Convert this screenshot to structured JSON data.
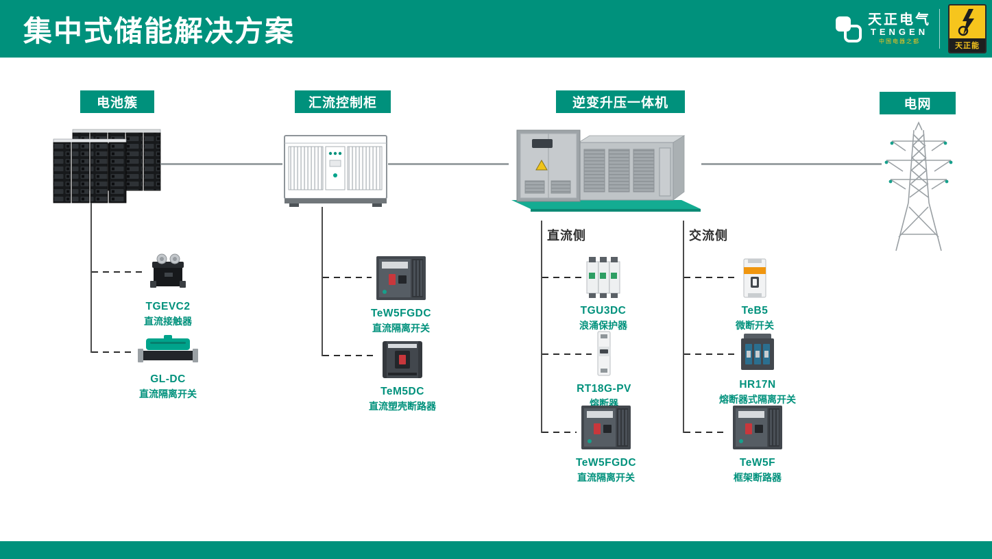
{
  "header": {
    "title": "集中式储能解决方案",
    "logo_cn": "天正电气",
    "logo_en": "TENGEN",
    "logo_tagline": "中国电器之都",
    "badge_text": "天正能"
  },
  "nodes": {
    "battery": "电池簇",
    "combiner": "汇流控制柜",
    "inverter": "逆变升压一体机",
    "grid": "电网"
  },
  "sides": {
    "dc": "直流侧",
    "ac": "交流侧"
  },
  "products": {
    "tgevc2": {
      "model": "TGEVC2",
      "desc": "直流接触器"
    },
    "gl_dc": {
      "model": "GL-DC",
      "desc": "直流隔离开关"
    },
    "tew5fgdc_combiner": {
      "model": "TeW5FGDC",
      "desc": "直流隔离开关"
    },
    "tem5dc": {
      "model": "TeM5DC",
      "desc": "直流塑壳断路器"
    },
    "tgu3dc": {
      "model": "TGU3DC",
      "desc": "浪涌保护器"
    },
    "rt18g_pv": {
      "model": "RT18G-PV",
      "desc": "熔断器"
    },
    "tew5fgdc_dc": {
      "model": "TeW5FGDC",
      "desc": "直流隔离开关"
    },
    "teb5": {
      "model": "TeB5",
      "desc": "微断开关"
    },
    "hr17n": {
      "model": "HR17N",
      "desc": "熔断器式隔离开关"
    },
    "tew5f": {
      "model": "TeW5F",
      "desc": "框架断路器"
    }
  },
  "colors": {
    "teal": "#00917C",
    "teal_light": "#00A38B",
    "yellow": "#F6C51D"
  }
}
